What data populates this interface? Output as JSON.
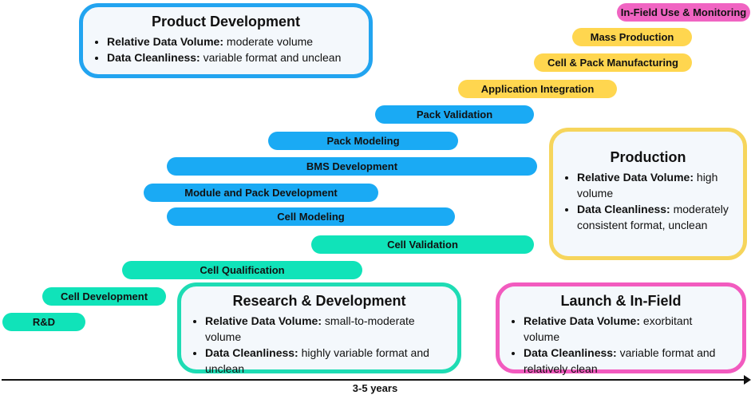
{
  "phases": [
    {
      "label": "R&D",
      "color": "#10e3b9"
    },
    {
      "label": "Cell Development",
      "color": "#10e3b9"
    },
    {
      "label": "Cell Qualification",
      "color": "#10e3b9"
    },
    {
      "label": "Cell Validation",
      "color": "#10e3b9"
    },
    {
      "label": "Cell Modeling",
      "color": "#1aaaf4"
    },
    {
      "label": "Module and Pack Development",
      "color": "#1aaaf4"
    },
    {
      "label": "BMS Development",
      "color": "#1aaaf4"
    },
    {
      "label": "Pack Modeling",
      "color": "#1aaaf4"
    },
    {
      "label": "Pack Validation",
      "color": "#1aaaf4"
    },
    {
      "label": "Application Integration",
      "color": "#ffd64f"
    },
    {
      "label": "Cell & Pack Manufacturing",
      "color": "#ffd64f"
    },
    {
      "label": "Mass Production",
      "color": "#ffd64f"
    },
    {
      "label": "In-Field Use & Monitoring",
      "color": "#f064c2"
    }
  ],
  "boxes": {
    "product_development": {
      "title": "Product Development",
      "volume_label": "Relative Data Volume:",
      "volume_value": " moderate volume",
      "clean_label": "Data Cleanliness:",
      "clean_value": " variable format and unclean"
    },
    "production": {
      "title": "Production",
      "volume_label": "Relative Data Volume:",
      "volume_value": " high volume",
      "clean_label": "Data Cleanliness:",
      "clean_value": " moderately consistent format, unclean"
    },
    "research_development": {
      "title": "Research & Development",
      "volume_label": "Relative Data Volume:",
      "volume_value": " small-to-moderate volume",
      "clean_label": "Data Cleanliness:",
      "clean_value": " highly variable format and unclean"
    },
    "launch_in_field": {
      "title": "Launch & In-Field",
      "volume_label": "Relative Data Volume:",
      "volume_value": " exorbitant volume",
      "clean_label": "Data Cleanliness:",
      "clean_value": " variable format and relatively clean"
    }
  },
  "axis": {
    "label": "3-5 years"
  }
}
